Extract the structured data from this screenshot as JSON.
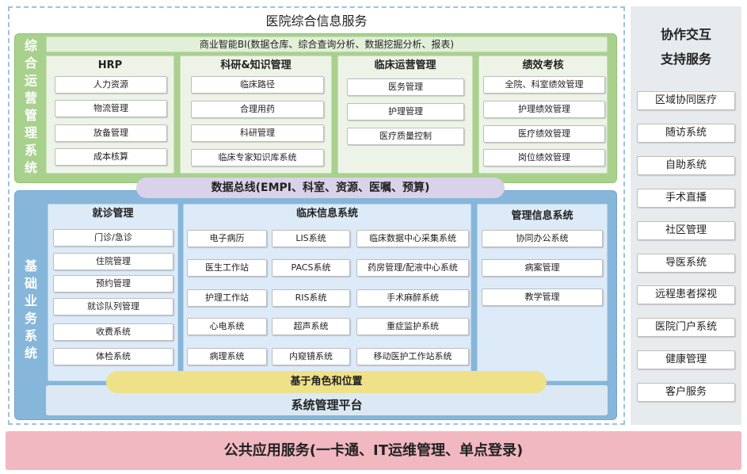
{
  "title": "医院综合信息服务",
  "operations": {
    "label": "综合运营管理系统",
    "bi_bar": "商业智能BI(数据仓库、综合查询分析、数据挖掘分析、报表)",
    "columns": [
      {
        "title": "HRP",
        "items": [
          "人力资源",
          "物流管理",
          "放备管理",
          "成本核算"
        ]
      },
      {
        "title": "科研&知识管理",
        "items": [
          "临床路径",
          "合理用药",
          "科研管理",
          "临床专家知识库系统"
        ]
      },
      {
        "title": "临床运营管理",
        "items": [
          "医务管理",
          "护理管理",
          "医疗质量控制"
        ]
      },
      {
        "title": "绩效考核",
        "items": [
          "全院、科室绩效管理",
          "护理绩效管理",
          "医疗绩效管理",
          "岗位绩效管理"
        ]
      }
    ]
  },
  "data_bus": "数据总线(EMPI、科室、资源、医嘱、预算)",
  "basic": {
    "label": "基础业务系统",
    "visit": {
      "title": "就诊管理",
      "items": [
        "门诊/急诊",
        "住院管理",
        "预约管理",
        "就诊队列管理",
        "收费系统",
        "体检系统"
      ]
    },
    "clinical": {
      "title": "临床信息系统",
      "rows": [
        [
          "电子病历",
          "LIS系统",
          "临床数据中心采集系统"
        ],
        [
          "医生工作站",
          "PACS系统",
          "药房管理/配液中心系统"
        ],
        [
          "护理工作站",
          "RIS系统",
          "手术麻醉系统"
        ],
        [
          "心电系统",
          "超声系统",
          "重症监护系统"
        ],
        [
          "病理系统",
          "内窥镜系统",
          "移动医护工作站系统"
        ]
      ]
    },
    "management": {
      "title": "管理信息系统",
      "items": [
        "协同办公系统",
        "病案管理",
        "教学管理"
      ]
    },
    "role_bar": "基于角色和位置",
    "platform": "系统管理平台"
  },
  "collaboration": {
    "title_line1": "协作交互",
    "title_line2": "支持服务",
    "items": [
      "区域协同医疗",
      "随访系统",
      "自助系统",
      "手术直播",
      "社区管理",
      "导医系统",
      "远程患者探视",
      "医院门户系统",
      "健康管理",
      "客户服务"
    ]
  },
  "public_services": "公共应用服务(一卡通、IT运维管理、单点登录)",
  "colors": {
    "operations_section": "#a9d18e",
    "basic_section": "#86b6da",
    "data_bus": "#d9d2e9",
    "role_bar": "#efe188",
    "collaboration_panel": "#e7ebee",
    "public_services": "#f2b8c1"
  }
}
